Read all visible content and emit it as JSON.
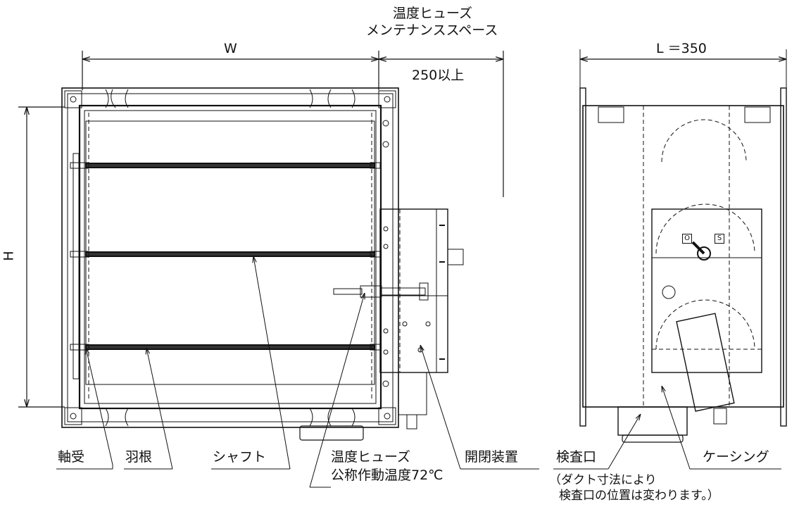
{
  "dimensions": {
    "width_label": "W",
    "height_label": "H",
    "length_label": "L ＝350",
    "fuse_space_line1": "温度ヒューズ",
    "fuse_space_line2": "メンテナンススペース",
    "fuse_space_value": "250以上"
  },
  "front_view_labels": {
    "bearing": "軸受",
    "blade": "羽根",
    "shaft": "シャフト",
    "fuse_line1": "温度ヒューズ",
    "fuse_line2": "公称作動温度72℃",
    "mechanism": "開閉装置"
  },
  "side_view_labels": {
    "inspection_port": "検査口",
    "casing": "ケーシング",
    "note_line1": "（ダクト寸法により",
    "note_line2": "検査口の位置は変わります。）",
    "indicator_open": "O",
    "indicator_shut": "S"
  }
}
